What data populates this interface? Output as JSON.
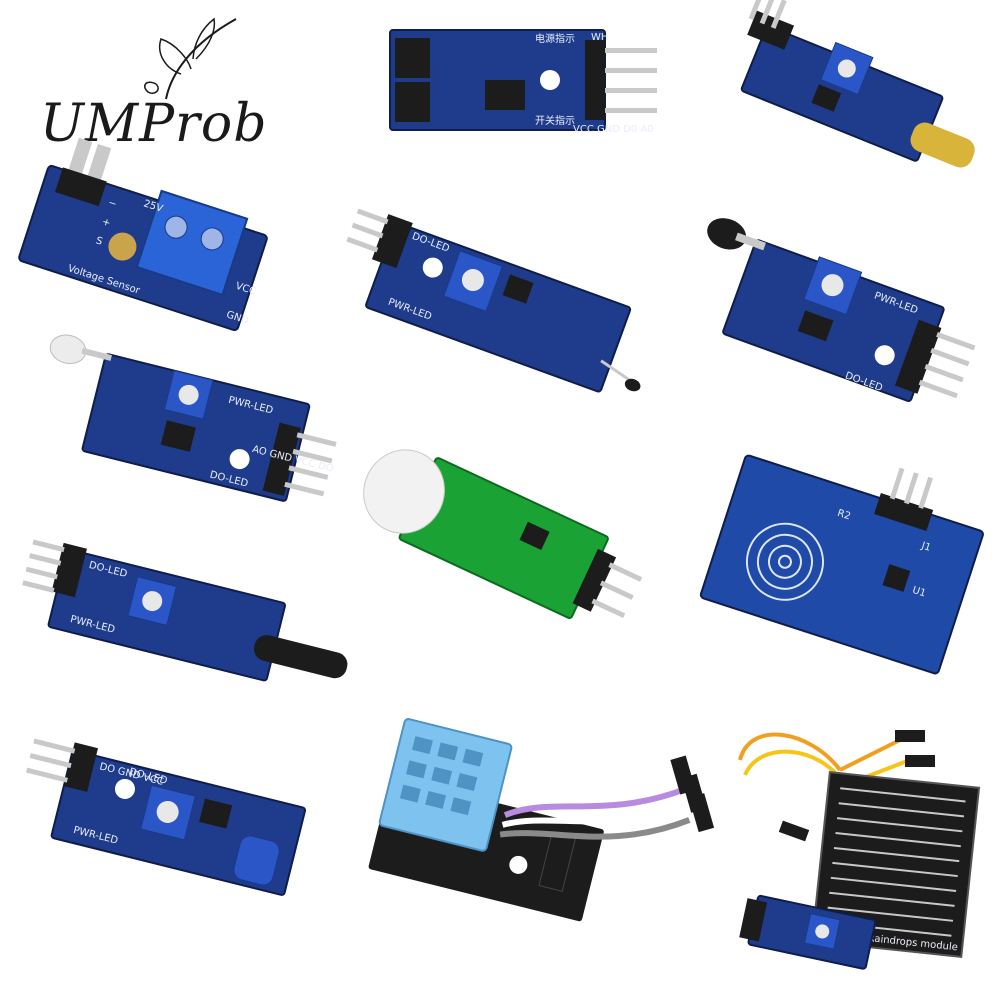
{
  "brand": {
    "name": "UMProb",
    "icon": "feather-quill-icon"
  },
  "silkscreen": {
    "voltage_sensor": "Voltage Sensor",
    "voltage_25v": "25V",
    "voltage_gnd": "GND",
    "voltage_vcc": "VCC",
    "voltage_minus": "−",
    "voltage_plus": "+",
    "voltage_s": "S",
    "top_power": "电源指示",
    "top_switch": "开关指示",
    "top_pins": "VCC GND D0 A0",
    "top_wh": "WH",
    "pwr_led": "PWR-LED",
    "do_led": "DO-LED",
    "pins4": "AO GND VCC DO",
    "pins3": "DO GND VCC",
    "touch_j1": "J1",
    "touch_r2": "R2",
    "touch_u1": "U1",
    "raindrops": "Raindrops module"
  },
  "colors": {
    "pcb_blue": "#1f3c8c",
    "pcb_dark": "#142a66",
    "pot_blue": "#2b56c8",
    "green_pcb": "#1aa334",
    "header_black": "#1c1c1c",
    "pin_silver": "#c9c9c9",
    "dht_blue": "#7ec3f0"
  }
}
